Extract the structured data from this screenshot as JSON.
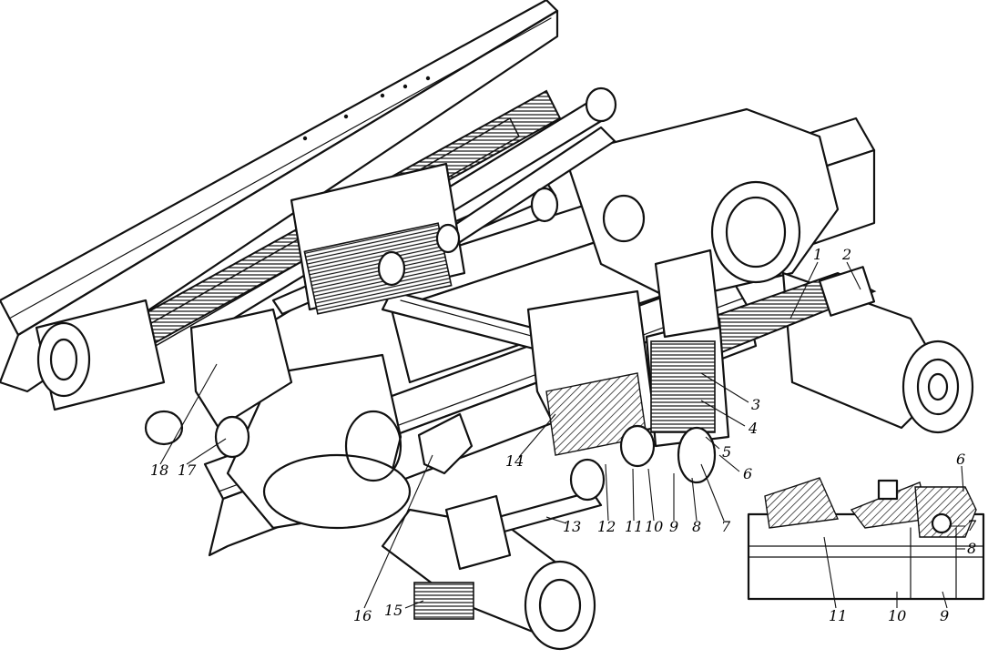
{
  "figure": {
    "callouts": [
      "1",
      "2",
      "3",
      "4",
      "5",
      "6",
      "7",
      "8",
      "9",
      "10",
      "11",
      "12",
      "13",
      "14",
      "15",
      "16",
      "17",
      "18"
    ],
    "detail_callouts": [
      "6",
      "7",
      "8",
      "9",
      "10",
      "11"
    ]
  }
}
